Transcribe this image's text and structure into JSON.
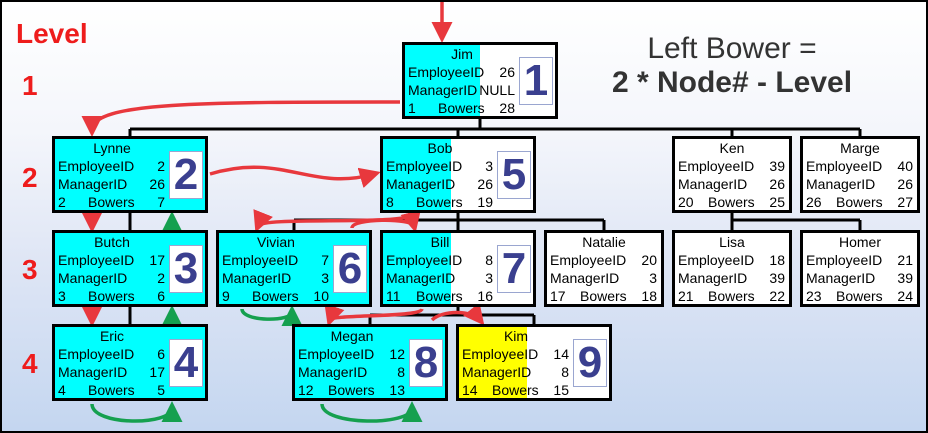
{
  "level_title": "Level",
  "levels": [
    "1",
    "2",
    "3",
    "4"
  ],
  "formula": {
    "line1": "Left Bower =",
    "line2": "2 * Node# - Level"
  },
  "labels": {
    "employee": "EmployeeID",
    "manager": "ManagerID",
    "bowers": "Bowers"
  },
  "colors": {
    "cyan": "#00ffff",
    "yellow": "#ffff00",
    "red_arrow": "#e8383d",
    "green_arrow": "#15a04f",
    "level_red": "#ee1c1c"
  },
  "nodes": [
    {
      "name": "Jim",
      "employee_id": "26",
      "manager_id": "NULL",
      "left_bower": "1",
      "right_bower": "28",
      "visit": "1",
      "highlight_fraction": 0.5,
      "highlight_color": "#00ffff"
    },
    {
      "name": "Lynne",
      "employee_id": "2",
      "manager_id": "26",
      "left_bower": "2",
      "right_bower": "7",
      "visit": "2",
      "highlight_fraction": 1,
      "highlight_color": "#00ffff"
    },
    {
      "name": "Bob",
      "employee_id": "3",
      "manager_id": "26",
      "left_bower": "8",
      "right_bower": "19",
      "visit": "5",
      "highlight_fraction": 0.45,
      "highlight_color": "#00ffff"
    },
    {
      "name": "Ken",
      "employee_id": "39",
      "manager_id": "26",
      "left_bower": "20",
      "right_bower": "25",
      "visit": "",
      "highlight_fraction": 0,
      "highlight_color": "#00ffff"
    },
    {
      "name": "Marge",
      "employee_id": "40",
      "manager_id": "26",
      "left_bower": "26",
      "right_bower": "27",
      "visit": "",
      "highlight_fraction": 0,
      "highlight_color": "#00ffff"
    },
    {
      "name": "Butch",
      "employee_id": "17",
      "manager_id": "2",
      "left_bower": "3",
      "right_bower": "6",
      "visit": "3",
      "highlight_fraction": 1,
      "highlight_color": "#00ffff"
    },
    {
      "name": "Vivian",
      "employee_id": "7",
      "manager_id": "3",
      "left_bower": "9",
      "right_bower": "10",
      "visit": "6",
      "highlight_fraction": 1,
      "highlight_color": "#00ffff"
    },
    {
      "name": "Bill",
      "employee_id": "8",
      "manager_id": "3",
      "left_bower": "11",
      "right_bower": "16",
      "visit": "7",
      "highlight_fraction": 0.45,
      "highlight_color": "#00ffff"
    },
    {
      "name": "Natalie",
      "employee_id": "20",
      "manager_id": "3",
      "left_bower": "17",
      "right_bower": "18",
      "visit": "",
      "highlight_fraction": 0,
      "highlight_color": "#00ffff"
    },
    {
      "name": "Lisa",
      "employee_id": "18",
      "manager_id": "39",
      "left_bower": "21",
      "right_bower": "22",
      "visit": "",
      "highlight_fraction": 0,
      "highlight_color": "#00ffff"
    },
    {
      "name": "Homer",
      "employee_id": "21",
      "manager_id": "39",
      "left_bower": "23",
      "right_bower": "24",
      "visit": "",
      "highlight_fraction": 0,
      "highlight_color": "#00ffff"
    },
    {
      "name": "Eric",
      "employee_id": "6",
      "manager_id": "17",
      "left_bower": "4",
      "right_bower": "5",
      "visit": "4",
      "highlight_fraction": 1,
      "highlight_color": "#00ffff"
    },
    {
      "name": "Megan",
      "employee_id": "12",
      "manager_id": "8",
      "left_bower": "12",
      "right_bower": "13",
      "visit": "8",
      "highlight_fraction": 1,
      "highlight_color": "#00ffff"
    },
    {
      "name": "Kim",
      "employee_id": "14",
      "manager_id": "8",
      "left_bower": "14",
      "right_bower": "15",
      "visit": "9",
      "highlight_fraction": 0.45,
      "highlight_color": "#ffff00"
    }
  ]
}
